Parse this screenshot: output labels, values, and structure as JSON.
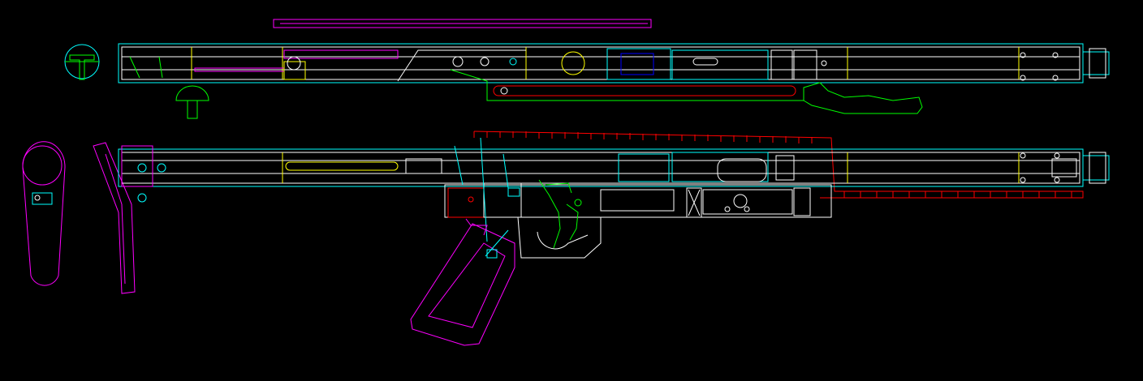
{
  "drawing": {
    "background": "#000000",
    "layer_colors": {
      "outline": "#ffffff",
      "rail": "#ff0000",
      "yellow": "#ffff00",
      "cyan": "#00ffff",
      "green": "#00ff00",
      "magenta": "#ff00ff",
      "blue": "#0000ff"
    },
    "views": [
      {
        "name": "barrel-section-top-view"
      },
      {
        "name": "assembled-side-view"
      },
      {
        "name": "stock-end-view"
      },
      {
        "name": "stock-side-view"
      },
      {
        "name": "pistol-grip"
      },
      {
        "name": "cocking-lever"
      },
      {
        "name": "picatinny-rail"
      },
      {
        "name": "screw-head-detail"
      }
    ]
  }
}
